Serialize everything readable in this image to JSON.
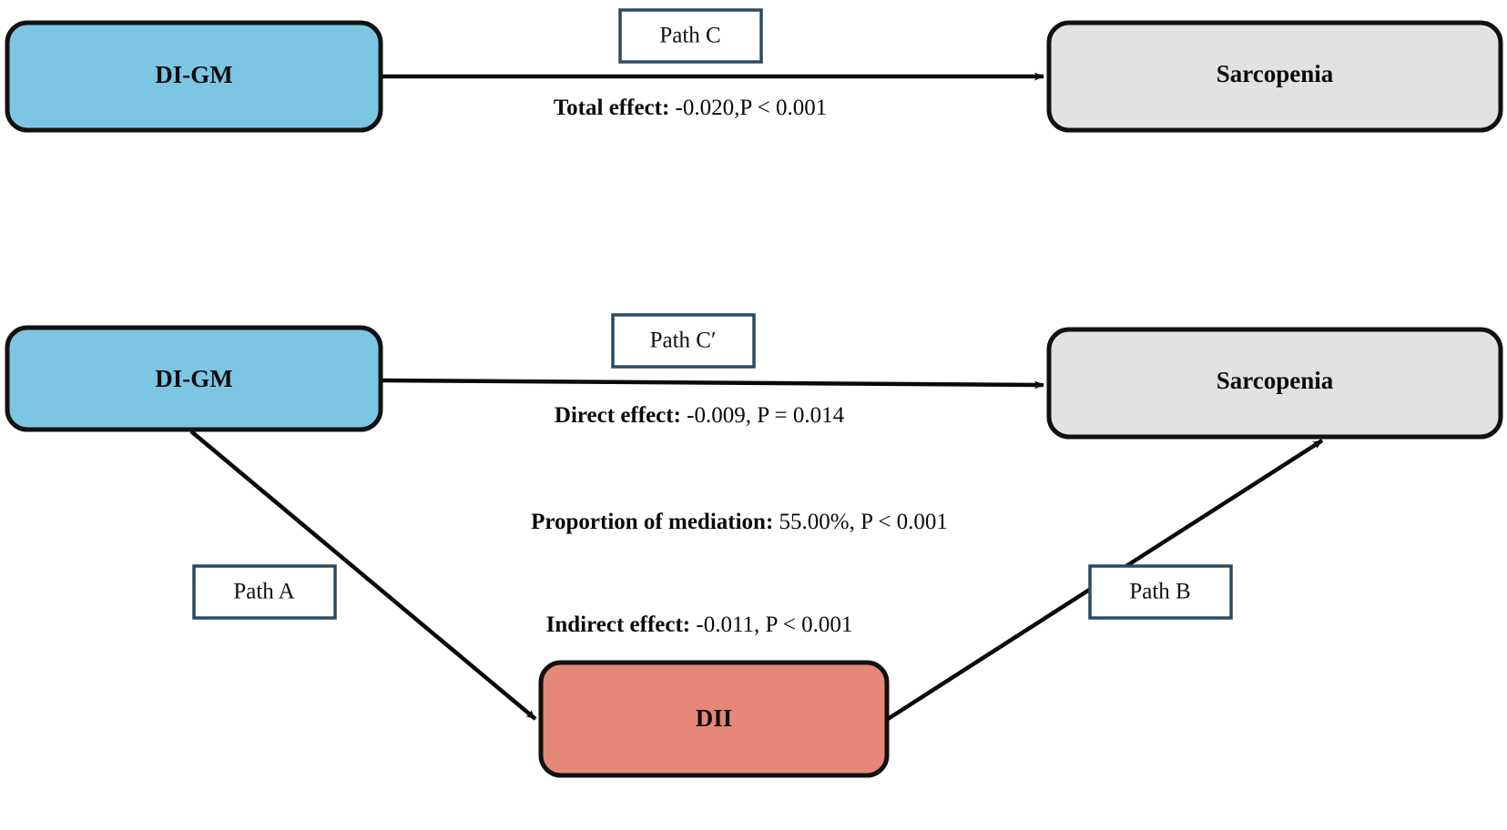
{
  "figure": {
    "type": "mediation-path-diagram",
    "background": "#ffffff"
  },
  "colors": {
    "exposure_fill": "#7CC6E4",
    "outcome_fill": "#E2E2E2",
    "mediator_fill": "#E58877",
    "node_stroke": "#111111",
    "tag_stroke": "#2B4A63",
    "tag_fill": "#FFFFFF",
    "arrow_stroke": "#0A0A0A",
    "text": "#0B0B0B"
  },
  "top_model": {
    "name": "total-effect-model",
    "exposure": {
      "label": "DI-GM",
      "role": "exposure"
    },
    "outcome": {
      "label": "Sarcopenia",
      "role": "outcome"
    },
    "path_tag": {
      "label": "Path C"
    },
    "effect": {
      "lead": "Total effect:",
      "value": " -0.020,P < 0.001",
      "full": "Total effect: -0.020,P < 0.001",
      "coefficient": -0.02,
      "p_text": "P < 0.001"
    }
  },
  "bottom_model": {
    "name": "mediation-model",
    "exposure": {
      "label": "DI-GM",
      "role": "exposure"
    },
    "outcome": {
      "label": "Sarcopenia",
      "role": "outcome"
    },
    "mediator": {
      "label": "DII",
      "role": "mediator"
    },
    "path_tags": [
      {
        "label": "Path C′",
        "name": "path-c-prime"
      },
      {
        "label": "Path A",
        "name": "path-a"
      },
      {
        "label": "Path B",
        "name": "path-b"
      }
    ],
    "effects": [
      {
        "name": "direct-effect",
        "lead": "Direct effect:",
        "value": " -0.009, P = 0.014",
        "full": "Direct effect: -0.009, P = 0.014",
        "coefficient": -0.009,
        "p_text": "P = 0.014"
      },
      {
        "name": "proportion-of-mediation",
        "lead": "Proportion of mediation:",
        "value": " 55.00%, P < 0.001",
        "full": "Proportion of mediation: 55.00%, P < 0.001",
        "proportion_percent": 55.0,
        "p_text": "P < 0.001"
      },
      {
        "name": "indirect-effect",
        "lead": "Indirect effect:",
        "value": " -0.011, P < 0.001",
        "full": "Indirect effect: -0.011, P < 0.001",
        "coefficient": -0.011,
        "p_text": "P < 0.001"
      }
    ]
  }
}
